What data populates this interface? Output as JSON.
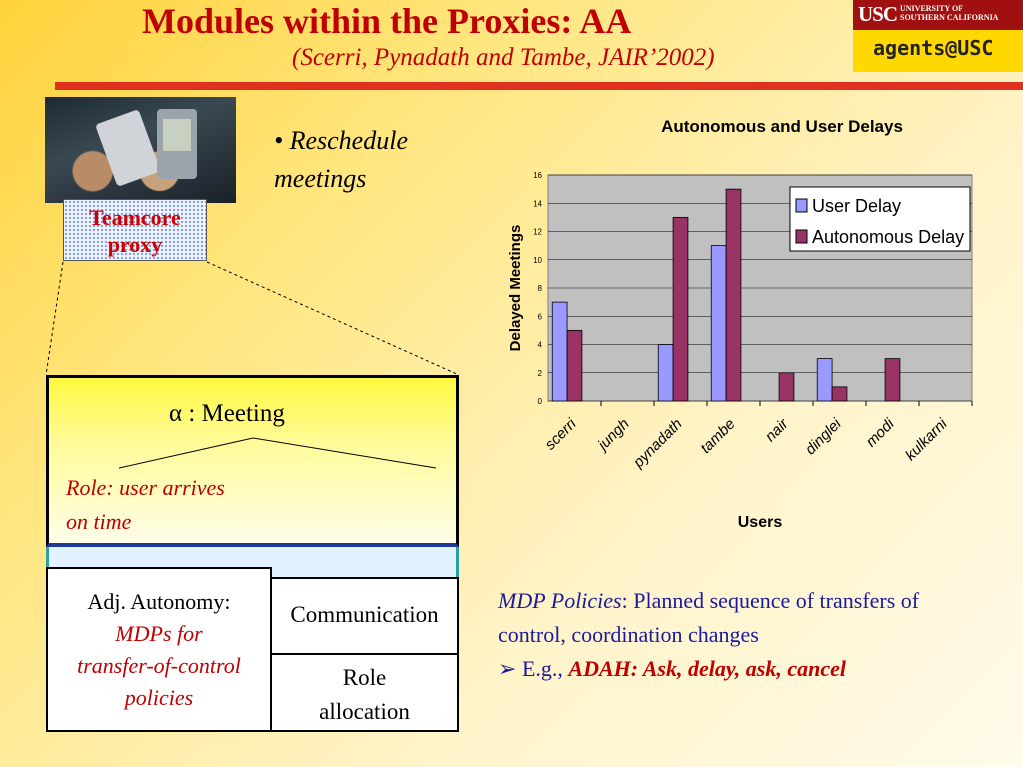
{
  "header": {
    "title": "Modules within the Proxies: AA",
    "subtitle": "(Scerri, Pynadath and Tambe, JAIR’2002)"
  },
  "logos": {
    "usc": "USC",
    "usc_sub_line1": "UNIVERSITY OF",
    "usc_sub_line2": "SOUTHERN CALIFORNIA",
    "agents": "agents@USC"
  },
  "left": {
    "proxy_line1": "Teamcore",
    "proxy_line2": "proxy",
    "bullet": "• Reschedule meetings",
    "meeting": "α : Meeting",
    "role_line1": "Role: user arrives",
    "role_line2": "on time",
    "adj_line1": "Adj. Autonomy:",
    "adj_line2": "MDPs for",
    "adj_line3": "transfer-of-control",
    "adj_line4": "policies",
    "communication": "Communication",
    "role_alloc_line1": "Role",
    "role_alloc_line2": "allocation"
  },
  "mdp": {
    "term": "MDP Policies",
    "rest": ": Planned sequence of transfers of control, coordination changes",
    "eg_prefix": "E.g., ",
    "eg_bold": "ADAH: Ask, delay, ask, cancel",
    "arrow": "➢"
  },
  "colors": {
    "user_delay": "#9999ff",
    "autonomous_delay": "#993366",
    "plot_bg": "#c0c0c0"
  },
  "chart_data": {
    "type": "bar",
    "title": "Autonomous and User Delays",
    "xlabel": "Users",
    "ylabel": "Delayed Meetings",
    "ylim": [
      0,
      16
    ],
    "yticks": [
      0,
      2,
      4,
      6,
      8,
      10,
      12,
      14,
      16
    ],
    "grid": true,
    "legend_position": "top-right",
    "categories": [
      "scerri",
      "jungh",
      "pynadath",
      "tambe",
      "nair",
      "dinglei",
      "modi",
      "kulkarni"
    ],
    "series": [
      {
        "name": "User Delay",
        "values": [
          7,
          0,
          4,
          11,
          0,
          3,
          0,
          0
        ]
      },
      {
        "name": "Autonomous Delay",
        "values": [
          5,
          0,
          13,
          15,
          2,
          1,
          3,
          0
        ]
      }
    ]
  }
}
